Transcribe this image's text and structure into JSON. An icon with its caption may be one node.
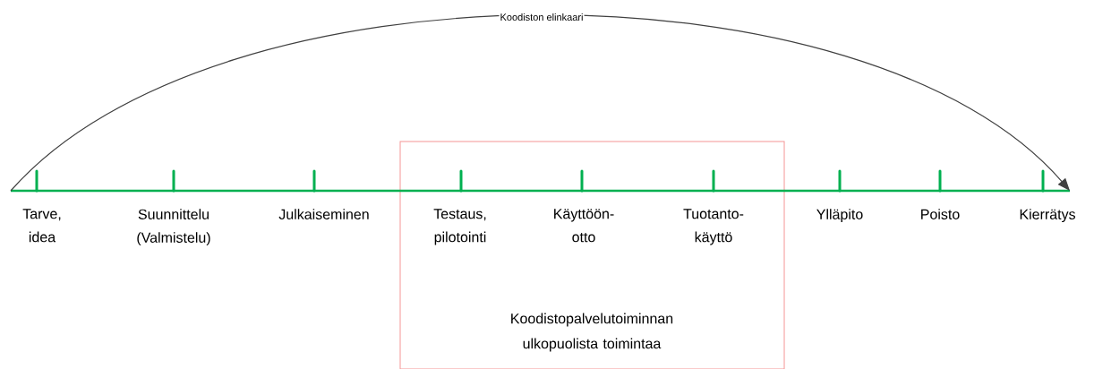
{
  "diagram": {
    "nodes": [
      {
        "text": [
          "Koodistopalvelutoiminnan ulkopuolista toimintaa"
        ]
      }
    ],
    "labels": [
      "Koodiston elinkaari",
      "Tarve, idea",
      "Suunnittelu (Valmistelu)",
      "Julkaiseminen",
      "Testaus, pilotointi",
      "Käyttöön- otto",
      "Tuotanto- käyttö",
      "Ylläpito",
      "Poisto",
      "Kierrätys"
    ]
  }
}
